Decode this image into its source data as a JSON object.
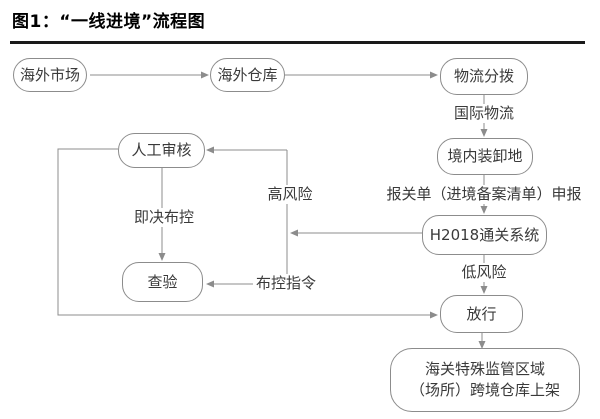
{
  "title": "图1：“一线进境”流程图",
  "flowchart": {
    "nodes": {
      "overseas_market": "海外市场",
      "overseas_warehouse": "海外仓库",
      "logistics_distribution": "物流分拨",
      "manual_review": "人工审核",
      "domestic_loading": "境内装卸地",
      "h2018_system": "H2018通关系统",
      "inspection": "查验",
      "release": "放行",
      "customs_area": "海关特殊监管区域\n（场所）跨境仓库上架"
    },
    "edge_labels": {
      "international_logistics": "国际物流",
      "declaration": "报关单（进境备案清单）申报",
      "high_risk": "高风险",
      "low_risk": "低风险",
      "immediate_control": "即决布控",
      "control_instruction": "布控指令"
    },
    "colors": {
      "line": "#8c8c8c",
      "node_border": "#8c8c8c",
      "text": "#3a3a3a",
      "title": "#000000",
      "rule": "#1a1a1a"
    }
  }
}
